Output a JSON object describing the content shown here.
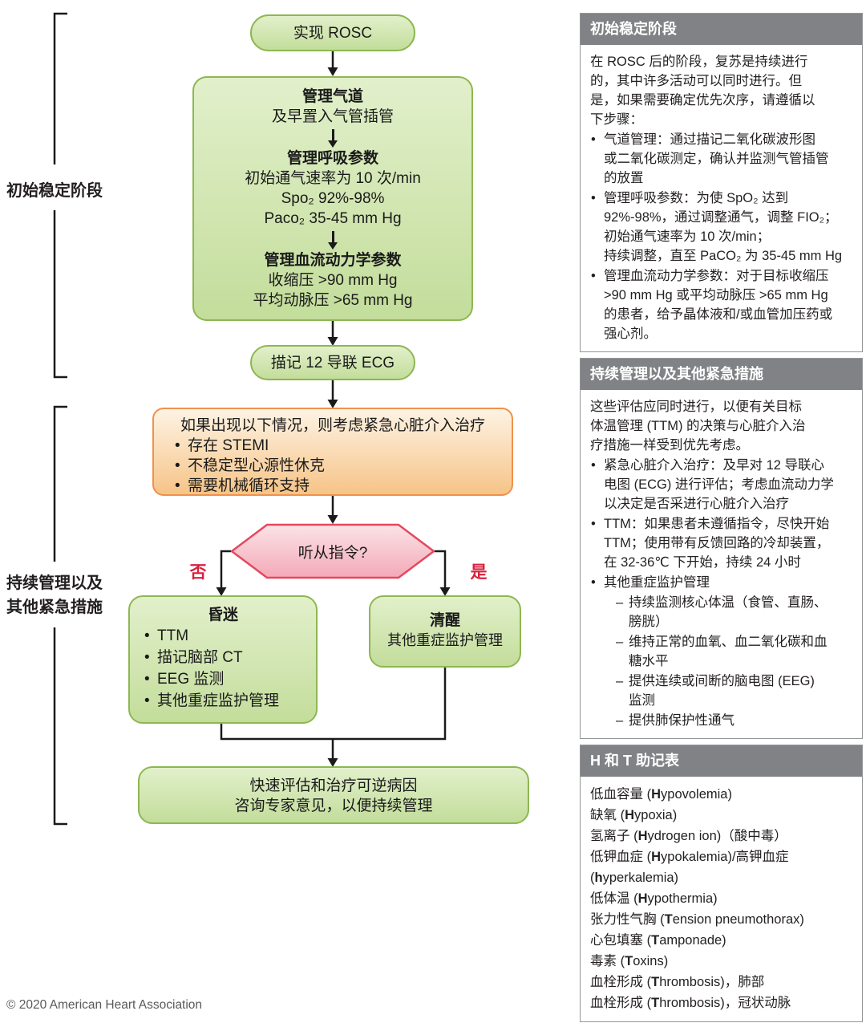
{
  "flowchart": {
    "rosc": "实现 ROSC",
    "main_box": {
      "airway_title": "管理气道",
      "airway_line": "及早置入气管插管",
      "resp_title": "管理呼吸参数",
      "resp_lines": [
        "初始通气速率为 10 次/min",
        "Spo₂ 92%-98%",
        "Paco₂ 35-45 mm Hg"
      ],
      "hemo_title": "管理血流动力学参数",
      "hemo_lines": [
        "收缩压 >90 mm Hg",
        "平均动脉压 >65 mm Hg"
      ]
    },
    "ecg": "描记 12 导联 ECG",
    "consider_box": {
      "title": "如果出现以下情况，则考虑紧急心脏介入治疗",
      "bullets": [
        "存在 STEMI",
        "不稳定型心源性休克",
        "需要机械循环支持"
      ]
    },
    "decision": "听从指令?",
    "no_label": "否",
    "yes_label": "是",
    "coma_box": {
      "title": "昏迷",
      "bullets": [
        "TTM",
        "描记脑部 CT",
        "EEG 监测",
        "其他重症监护管理"
      ]
    },
    "awake_box": {
      "title": "清醒",
      "line": "其他重症监护管理"
    },
    "final_box": {
      "line1": "快速评估和治疗可逆病因",
      "line2": "咨询专家意见，以便持续管理"
    },
    "phase1_label": "初始稳定阶段",
    "phase2_label_line1": "持续管理以及",
    "phase2_label_line2": "其他紧急措施"
  },
  "sidebar": {
    "sections": [
      {
        "title": "初始稳定阶段",
        "intro": "在 ROSC 后的阶段，复苏是持续进行\n的，其中许多活动可以同时进行。但\n是，如果需要确定优先次序，请遵循以\n下步骤：",
        "bullets": [
          "气道管理：通过描记二氧化碳波形图\n或二氧化碳测定，确认并监测气管插管\n的放置",
          "管理呼吸参数：为使 SpO₂ 达到\n92%-98%，通过调整通气，调整 FIO₂；\n初始通气速率为 10 次/min；\n持续调整，直至 PaCO₂ 为 35-45 mm Hg",
          "管理血流动力学参数：对于目标收缩压\n>90 mm Hg 或平均动脉压 >65 mm Hg\n的患者，给予晶体液和/或血管加压药或\n强心剂。"
        ]
      },
      {
        "title": "持续管理以及其他紧急措施",
        "intro": "这些评估应同时进行，以便有关目标\n体温管理 (TTM) 的决策与心脏介入治\n疗措施一样受到优先考虑。",
        "bullets": [
          "紧急心脏介入治疗：及早对 12 导联心\n电图 (ECG) 进行评估；考虑血流动力学\n以决定是否采进行心脏介入治疗",
          "TTM：如果患者未遵循指令，尽快开始\nTTM；使用带有反馈回路的冷却装置，\n在 32-36℃ 下开始，持续 24 小时"
        ],
        "group_head": "其他重症监护管理",
        "subs": [
          "持续监测核心体温（食管、直肠、\n膀胱）",
          "维持正常的血氧、血二氧化碳和血\n糖水平",
          "提供连续或间断的脑电图 (EEG)\n监测",
          "提供肺保护性通气"
        ]
      },
      {
        "title": "H 和 T 助记表",
        "items": [
          {
            "pre": "低血容量 (",
            "b": "H",
            "post": "ypovolemia)"
          },
          {
            "pre": "缺氧 (",
            "b": "H",
            "post": "ypoxia)"
          },
          {
            "pre": "氢离子 (",
            "b": "H",
            "post": "ydrogen ion)（酸中毒）"
          },
          {
            "pre": "低钾血症 (",
            "b": "H",
            "post": "ypokalemia)/高钾血症"
          },
          {
            "pre": "(",
            "b": "h",
            "post": "yperkalemia)"
          },
          {
            "pre": "低体温 (",
            "b": "H",
            "post": "ypothermia)"
          },
          {
            "pre": "张力性气胸 (",
            "b": "T",
            "post": "ension pneumothorax)"
          },
          {
            "pre": "心包填塞 (",
            "b": "T",
            "post": "amponade)"
          },
          {
            "pre": "毒素 (",
            "b": "T",
            "post": "oxins)"
          },
          {
            "pre": "血栓形成 (",
            "b": "T",
            "post": "hrombosis)，肺部"
          },
          {
            "pre": "血栓形成 (",
            "b": "T",
            "post": "hrombosis)，冠状动脉"
          }
        ]
      }
    ]
  },
  "footer": {
    "copyright": "© 2020 American Heart Association"
  }
}
